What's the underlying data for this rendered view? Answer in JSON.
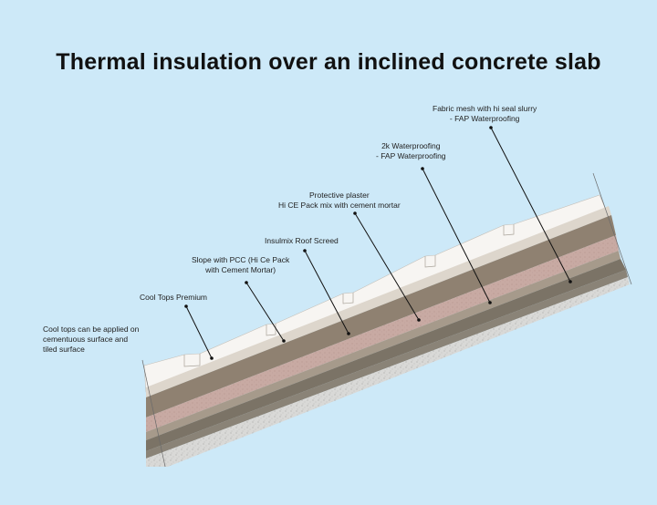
{
  "title": "Thermal insulation over an inclined concrete slab",
  "labels": {
    "fabric_mesh": {
      "line1": "Fabric mesh with hi seal slurry",
      "line2": "- FAP Waterproofing"
    },
    "waterproofing_2k": {
      "line1": "2k Waterproofing",
      "line2": "- FAP Waterproofing"
    },
    "protective_plaster": {
      "line1": "Protective plaster",
      "line2": "Hi CE Pack mix with cement mortar"
    },
    "insulmix": {
      "line1": "Insulmix Roof Screed"
    },
    "slope_pcc": {
      "line1": "Slope with PCC (Hi Ce Pack",
      "line2": "with Cement Mortar)"
    },
    "cool_tops_premium": {
      "line1": "Cool Tops Premium"
    },
    "cool_tops_note": {
      "line1": "Cool tops can be applied on",
      "line2": "cementuous surface and",
      "line3": "tiled surface"
    }
  },
  "colors": {
    "background": "#cde9f8",
    "cool_tops_coat": "#f7f5f2",
    "plaster_light": "#ddd6cc",
    "slope_pcc": "#8f8171",
    "insulmix": "#c8aaa3",
    "waterproof_band": "#a69a8b",
    "concrete_slab": "#7b7366",
    "bottom_light": "#d9d9d7"
  }
}
